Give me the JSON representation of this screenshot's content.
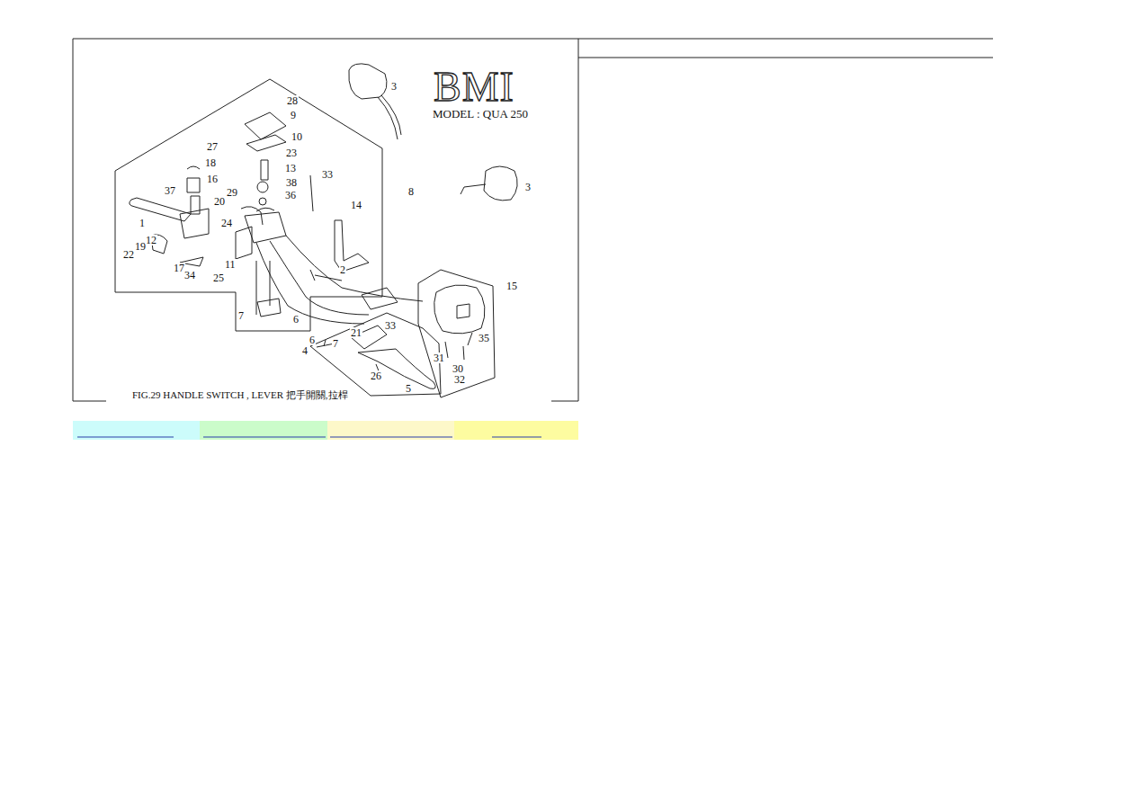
{
  "diagram": {
    "title": "BMI",
    "caption": "FIG.29 HANDLE SWITCH , LEVER 把手開關,拉桿",
    "labels": [
      "MODEL : QUA 250",
      "3",
      "28",
      "9",
      "10",
      "27",
      "23",
      "18",
      "13",
      "16",
      "33",
      "38",
      "37",
      "8",
      "3",
      "29",
      "20",
      "36",
      "14",
      "24",
      "1",
      "12",
      "19",
      "22",
      "11",
      "17",
      "34",
      "25",
      "2",
      "15",
      "7",
      "6",
      "33",
      "21",
      "6",
      "7",
      "4",
      "35",
      "31",
      "30",
      "32",
      "26",
      "5"
    ]
  }
}
